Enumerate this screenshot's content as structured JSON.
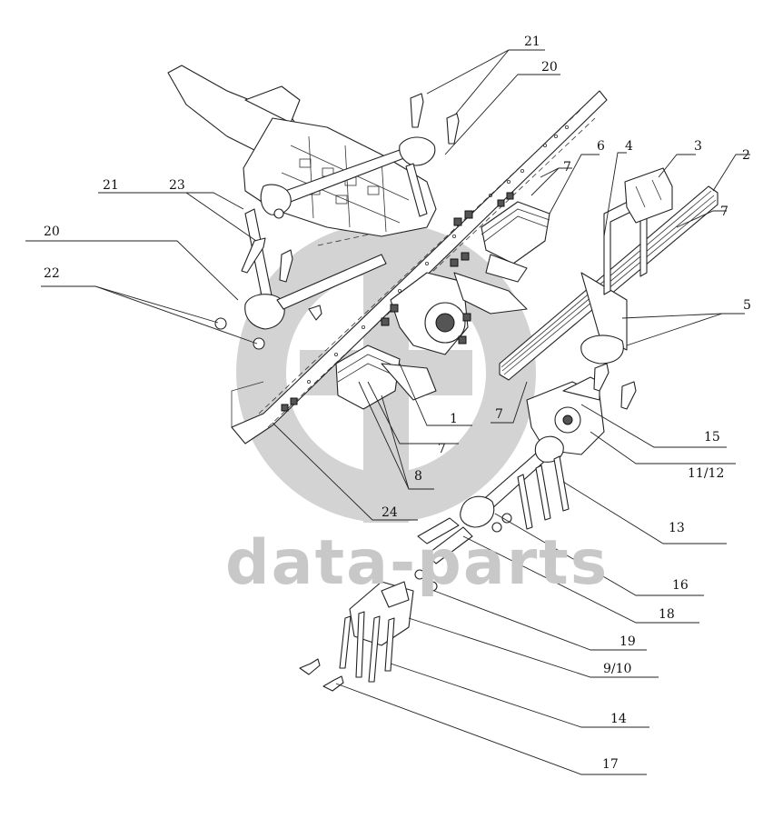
{
  "watermark": {
    "text": "data-parts",
    "color": "#c8c8c8"
  },
  "labels": [
    {
      "id": "21a",
      "text": "21"
    },
    {
      "id": "20a",
      "text": "20"
    },
    {
      "id": "6",
      "text": "6"
    },
    {
      "id": "4",
      "text": "4"
    },
    {
      "id": "3",
      "text": "3"
    },
    {
      "id": "2",
      "text": "2"
    },
    {
      "id": "7a",
      "text": "7"
    },
    {
      "id": "7b",
      "text": "7"
    },
    {
      "id": "21b",
      "text": "21"
    },
    {
      "id": "23",
      "text": "23"
    },
    {
      "id": "20b",
      "text": "20"
    },
    {
      "id": "22",
      "text": "22"
    },
    {
      "id": "5",
      "text": "5"
    },
    {
      "id": "1",
      "text": "1"
    },
    {
      "id": "7c",
      "text": "7"
    },
    {
      "id": "7d",
      "text": "7"
    },
    {
      "id": "15",
      "text": "15"
    },
    {
      "id": "1112",
      "text": "11/12"
    },
    {
      "id": "8",
      "text": "8"
    },
    {
      "id": "24",
      "text": "24"
    },
    {
      "id": "13",
      "text": "13"
    },
    {
      "id": "16",
      "text": "16"
    },
    {
      "id": "18",
      "text": "18"
    },
    {
      "id": "19",
      "text": "19"
    },
    {
      "id": "910",
      "text": "9/10"
    },
    {
      "id": "14",
      "text": "14"
    },
    {
      "id": "17",
      "text": "17"
    }
  ]
}
